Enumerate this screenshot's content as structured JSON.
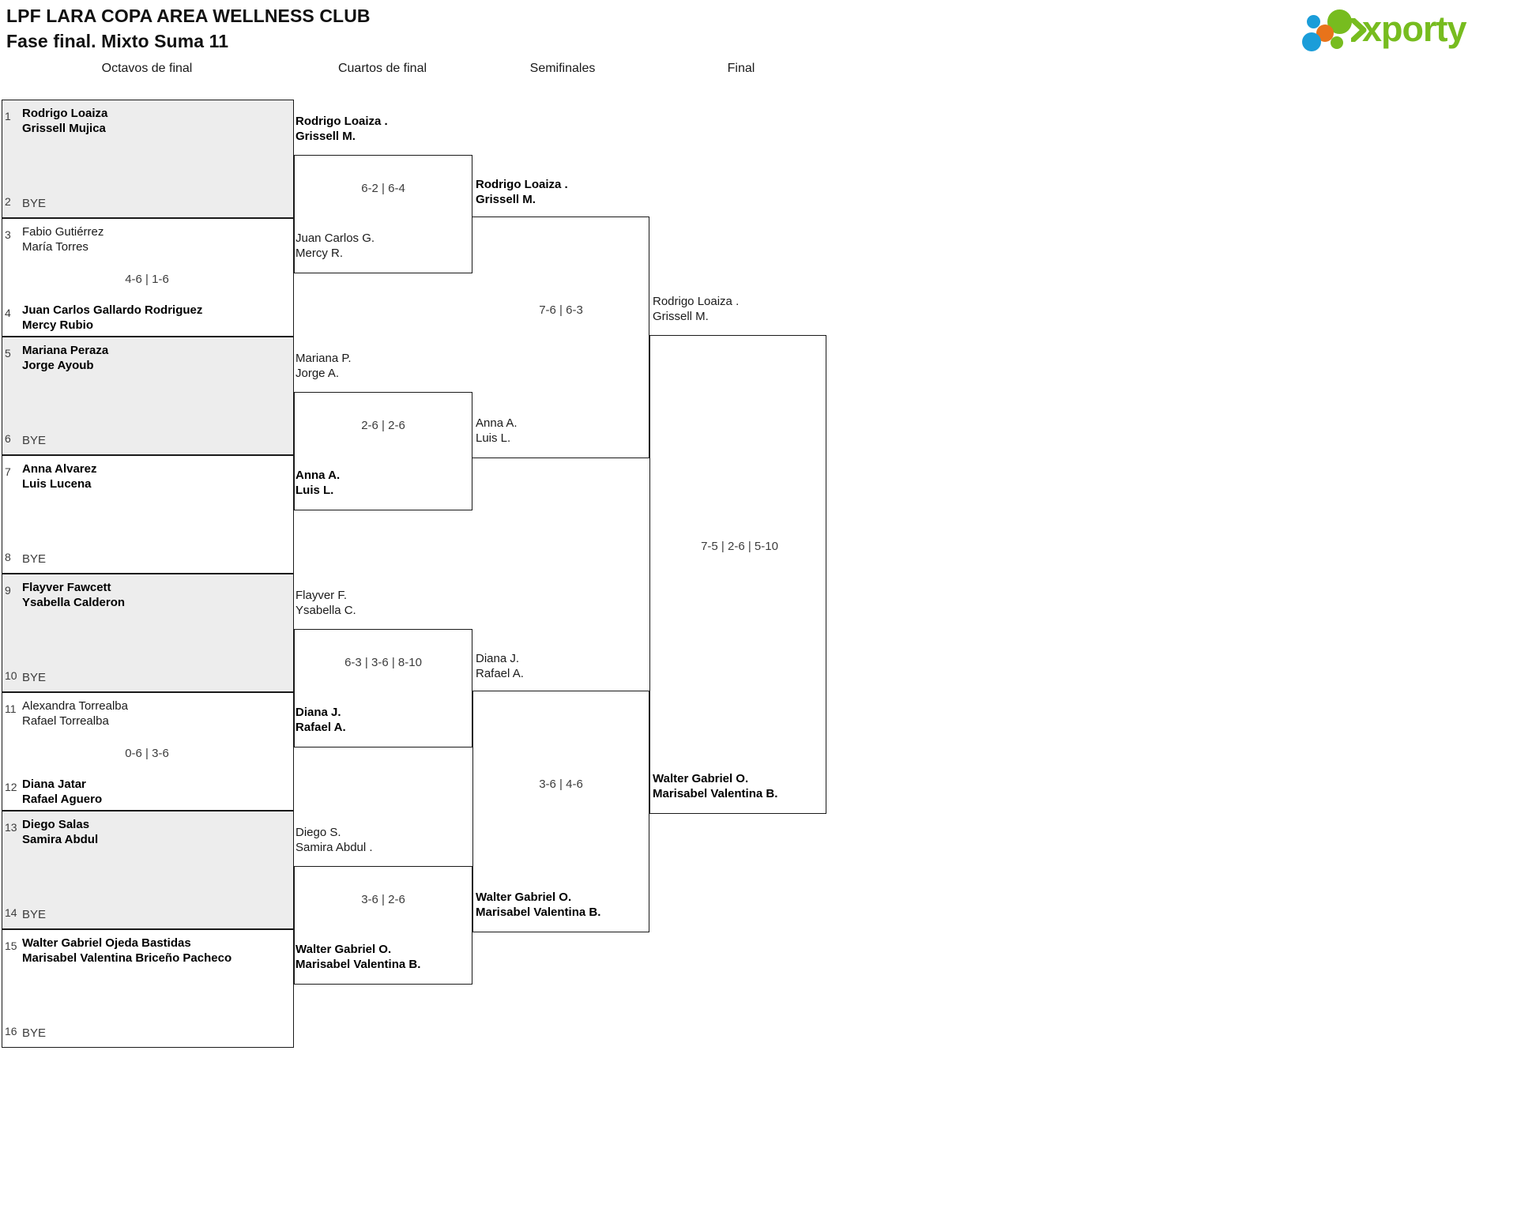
{
  "header": {
    "title_line1": "LPF LARA COPA AREA WELLNESS CLUB",
    "title_line2": "Fase final. Mixto Suma 11",
    "logo_word": "xporty",
    "logo_icon": "xporty-dots-logo"
  },
  "rounds": [
    {
      "id": "octavos",
      "label": "Octavos de final"
    },
    {
      "id": "cuartos",
      "label": "Cuartos de final"
    },
    {
      "id": "semis",
      "label": "Semifinales"
    },
    {
      "id": "final",
      "label": "Final"
    }
  ],
  "round1": {
    "seeds": [
      {
        "num": "1",
        "p1": "Rodrigo Loaiza",
        "p2": "Grissell Mujica",
        "winner": true,
        "bye": false
      },
      {
        "num": "2",
        "p1": "BYE",
        "p2": "",
        "winner": false,
        "bye": true
      },
      {
        "num": "3",
        "p1": "Fabio Gutiérrez",
        "p2": "María Torres",
        "winner": false,
        "bye": false
      },
      {
        "num": "4",
        "p1": "Juan Carlos Gallardo Rodriguez",
        "p2": "Mercy Rubio",
        "winner": true,
        "bye": false
      },
      {
        "num": "5",
        "p1": "Mariana Peraza",
        "p2": "Jorge Ayoub",
        "winner": true,
        "bye": false
      },
      {
        "num": "6",
        "p1": "BYE",
        "p2": "",
        "winner": false,
        "bye": true
      },
      {
        "num": "7",
        "p1": "Anna Alvarez",
        "p2": "Luis Lucena",
        "winner": true,
        "bye": false
      },
      {
        "num": "8",
        "p1": "BYE",
        "p2": "",
        "winner": false,
        "bye": true
      },
      {
        "num": "9",
        "p1": "Flayver Fawcett",
        "p2": "Ysabella Calderon",
        "winner": true,
        "bye": false
      },
      {
        "num": "10",
        "p1": "BYE",
        "p2": "",
        "winner": false,
        "bye": true
      },
      {
        "num": "11",
        "p1": "Alexandra Torrealba",
        "p2": "Rafael Torrealba",
        "winner": false,
        "bye": false
      },
      {
        "num": "12",
        "p1": "Diana Jatar",
        "p2": "Rafael Aguero",
        "winner": true,
        "bye": false
      },
      {
        "num": "13",
        "p1": "Diego Salas",
        "p2": "Samira Abdul",
        "winner": true,
        "bye": false
      },
      {
        "num": "14",
        "p1": "BYE",
        "p2": "",
        "winner": false,
        "bye": true
      },
      {
        "num": "15",
        "p1": "Walter Gabriel Ojeda Bastidas",
        "p2": "Marisabel Valentina Briceño Pacheco",
        "winner": true,
        "bye": false
      },
      {
        "num": "16",
        "p1": "BYE",
        "p2": "",
        "winner": false,
        "bye": true
      }
    ],
    "scores": [
      {
        "id": "r1-m2",
        "text": "4-6 | 1-6"
      },
      {
        "id": "r1-m6",
        "text": "0-6 | 3-6"
      }
    ]
  },
  "round2": {
    "slots": [
      {
        "p1": "Rodrigo Loaiza .",
        "p2": "Grissell M.",
        "winner": true
      },
      {
        "p1": "Juan Carlos G.",
        "p2": "Mercy R.",
        "winner": false
      },
      {
        "p1": "Mariana P.",
        "p2": "Jorge A.",
        "winner": false
      },
      {
        "p1": "Anna A.",
        "p2": "Luis L.",
        "winner": true
      },
      {
        "p1": "Flayver F.",
        "p2": "Ysabella C.",
        "winner": false
      },
      {
        "p1": "Diana J.",
        "p2": "Rafael A.",
        "winner": true
      },
      {
        "p1": "Diego S.",
        "p2": "Samira Abdul .",
        "winner": false
      },
      {
        "p1": "Walter Gabriel O.",
        "p2": "Marisabel Valentina B.",
        "winner": true
      }
    ],
    "scores": [
      {
        "id": "r2-m1",
        "text": "6-2 | 6-4"
      },
      {
        "id": "r2-m2",
        "text": "2-6 | 2-6"
      },
      {
        "id": "r2-m3",
        "text": "6-3 | 3-6 | 8-10"
      },
      {
        "id": "r2-m4",
        "text": "3-6 | 2-6"
      }
    ]
  },
  "round3": {
    "slots": [
      {
        "p1": "Rodrigo Loaiza .",
        "p2": "Grissell M.",
        "winner": true
      },
      {
        "p1": "Anna A.",
        "p2": "Luis L.",
        "winner": false
      },
      {
        "p1": "Diana J.",
        "p2": "Rafael A.",
        "winner": false
      },
      {
        "p1": "Walter Gabriel O.",
        "p2": "Marisabel Valentina B.",
        "winner": true
      }
    ],
    "scores": [
      {
        "id": "r3-m1",
        "text": "7-6 | 6-3"
      },
      {
        "id": "r3-m2",
        "text": "3-6 | 4-6"
      }
    ]
  },
  "round4": {
    "slots": [
      {
        "p1": "Rodrigo Loaiza .",
        "p2": "Grissell M.",
        "winner": false
      },
      {
        "p1": "Walter Gabriel O.",
        "p2": "Marisabel Valentina B.",
        "winner": true
      }
    ],
    "scores": [
      {
        "id": "r4-m1",
        "text": "7-5 | 2-6 | 5-10"
      }
    ]
  },
  "colors": {
    "shade": "#ededed",
    "line": "#1a1a1a",
    "logo_green": "#77bc1f",
    "logo_blue": "#1b9dd9",
    "logo_orange": "#e8731a"
  }
}
